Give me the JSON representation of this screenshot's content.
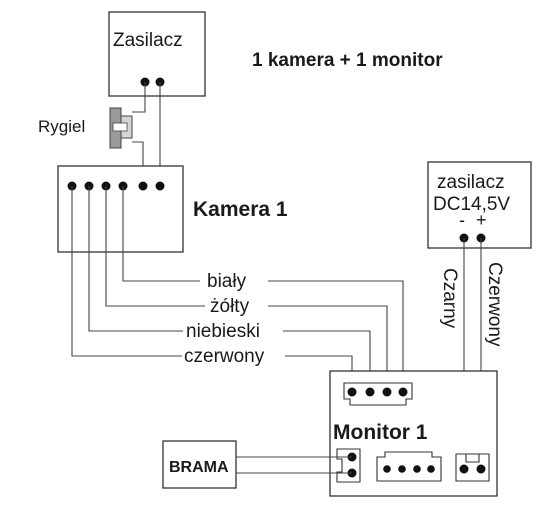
{
  "title": "1 kamera + 1 monitor",
  "zasilacz_top": "Zasilacz",
  "rygiel": "Rygiel",
  "kamera": "Kamera 1",
  "zasilacz_dc": {
    "line1": "zasilacz",
    "line2": "DC14,5V",
    "minus": "-",
    "plus": "+"
  },
  "wires": {
    "bialy": "biały",
    "zolty": "żółty",
    "niebieski": "niebieski",
    "czerwony": "czerwony",
    "czarny": "Czarny",
    "czerwony_vertical": "Czerwony"
  },
  "monitor": "Monitor 1",
  "brama": "BRAMA"
}
